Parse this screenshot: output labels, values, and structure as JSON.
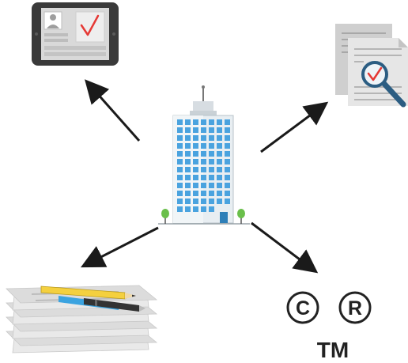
{
  "symbols": {
    "copyright": "C",
    "registered": "R",
    "trademark": "TM"
  },
  "colors": {
    "arrow": "#1a1a1a",
    "building_window": "#4aa3df",
    "building_wall": "#e8eef2",
    "tablet_frame": "#3a3a3a",
    "tablet_screen": "#d9d9d9",
    "checkmark": "#e53935",
    "magnifier_handle": "#2b5d82",
    "pencil_yellow": "#f4d03f",
    "pen_blue": "#3ba3e0",
    "paper": "#e6e6e6",
    "tree_green": "#6abf4b"
  },
  "icons": [
    "office-building-icon",
    "tablet-document-icon",
    "document-search-icon",
    "paper-stack-pens-icon",
    "intellectual-property-symbols-icon"
  ]
}
